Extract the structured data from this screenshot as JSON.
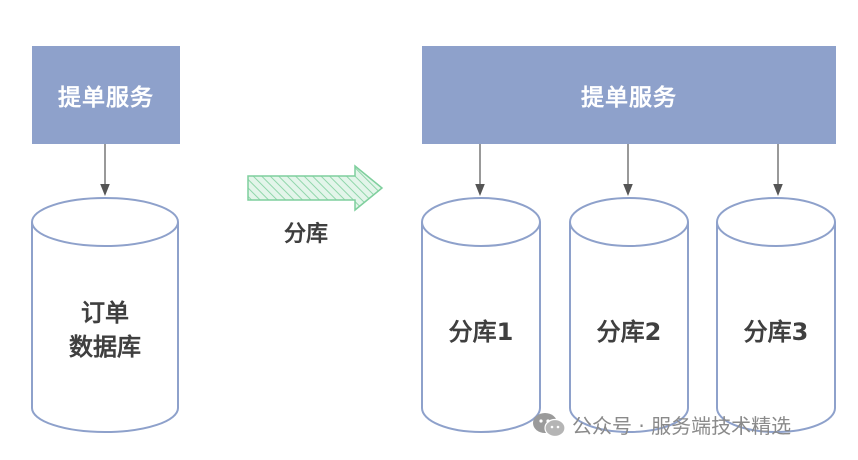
{
  "left": {
    "service_label": "提单服务",
    "db_label_line1": "订单",
    "db_label_line2": "数据库"
  },
  "transition_label": "分库",
  "right": {
    "service_label": "提单服务",
    "shards": [
      "分库1",
      "分库2",
      "分库3"
    ]
  },
  "watermark": {
    "icon": "wechat-icon",
    "text": "公众号 · 服务端技术精选"
  },
  "colors": {
    "service_box": "#8ea1cb",
    "db_stroke": "#8ea1cb",
    "arrow_fill": "#d6efe0",
    "arrow_stroke": "#7fcf9d",
    "connector": "#555555"
  }
}
